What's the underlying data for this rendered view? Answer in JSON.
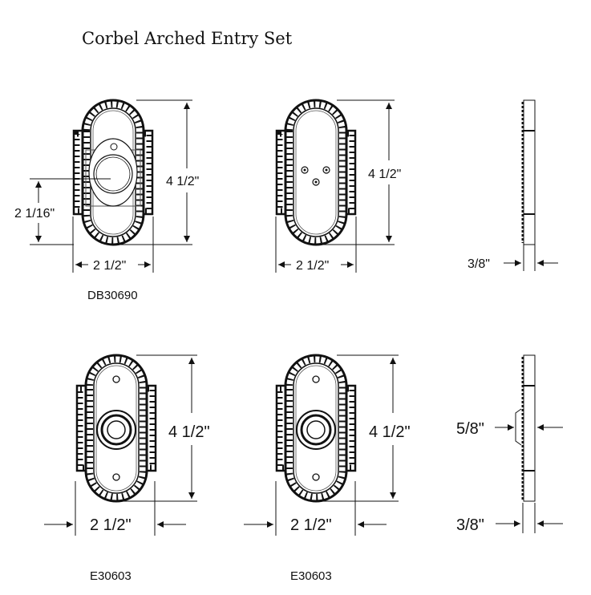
{
  "title": "Corbel Arched Entry Set",
  "views": [
    {
      "model": "DB30690",
      "height": "4 1/2\"",
      "width": "2 1/2\"",
      "center_height": "2 1/16\""
    },
    {
      "height": "4 1/2\"",
      "width": "2 1/2\""
    },
    {
      "thickness": "3/8\""
    },
    {
      "model": "E30603",
      "height": "4 1/2\"",
      "width": "2 1/2\""
    },
    {
      "model": "E30603",
      "height": "4 1/2\"",
      "width": "2 1/2\""
    },
    {
      "projection": "5/8\"",
      "thickness": "3/8\""
    }
  ]
}
